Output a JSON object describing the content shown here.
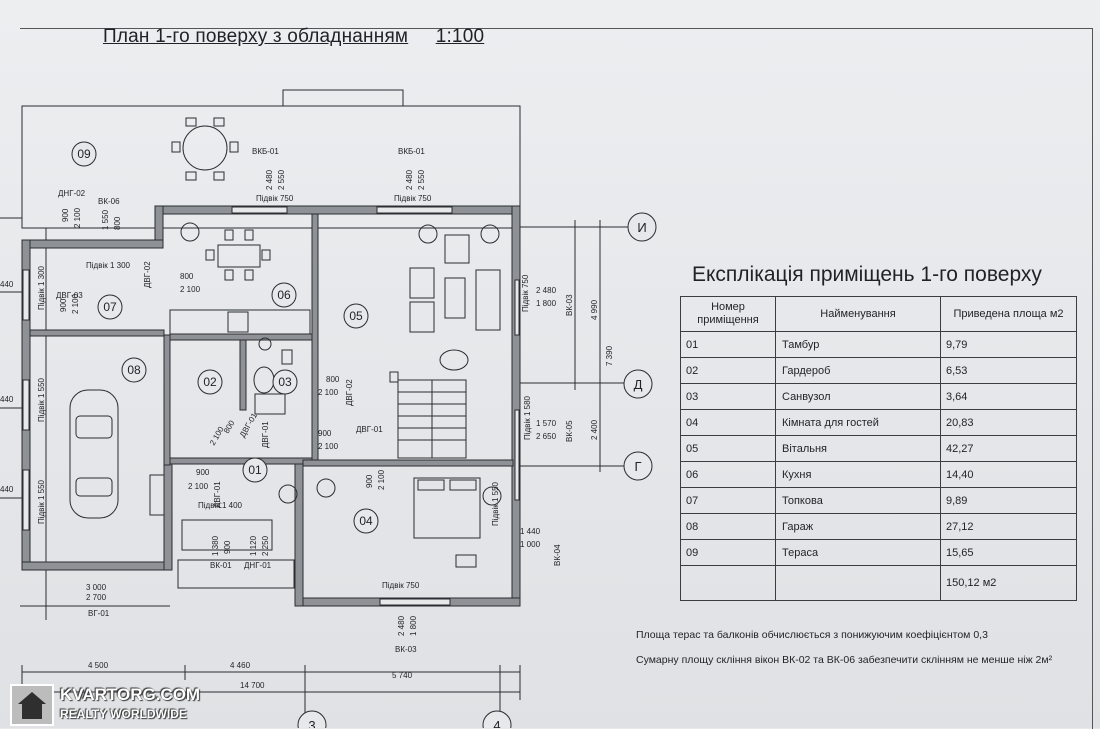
{
  "header": {
    "title": "План 1-го поверху з обладнанням",
    "scale": "1:100"
  },
  "plan": {
    "rooms": [
      "09",
      "07",
      "06",
      "05",
      "08",
      "02",
      "03",
      "01",
      "04"
    ],
    "labels": {
      "vkb1": "ВКБ-01",
      "vkb1b": "ВКБ-01",
      "dng02": "ДНГ-02",
      "vk06": "ВК-06",
      "podvik750a": "Підвік 750",
      "podvik750b": "Підвік 750",
      "podvik750c": "Підвік 750",
      "podvik1300a": "Підвік 1 300",
      "podvik1300b": "Підвік 1 300",
      "podvik1550a": "Підвік 1 550",
      "podvik1550b": "Підвік 1 550",
      "podvik1550c": "Підвік 1 550",
      "podvik1400": "Підвік 1 400",
      "podvik1580": "Підвік 1 580",
      "podvik750d": "Підвік 750",
      "dvg03": "ДВГ-03",
      "dvg02": "ДВГ-02",
      "dvg02b": "ДВГ-02",
      "dvg01": "ДВГ-01",
      "dvg01b": "ДВГ-01",
      "dvg01c": "ДВГ-01",
      "dvg01d": "ДВГ-01",
      "vk03": "ВК-03",
      "vk05": "ВК-05",
      "vk04": "ВК-04",
      "vk01": "ВК-01",
      "dng01": "ДНГ-01",
      "vg01": "ВГ-01",
      "vk03b": "ВК-03",
      "d2480a": "2 480",
      "d2550a": "2 550",
      "d2480b": "2 480",
      "d2550b": "2 550",
      "d900a": "900",
      "d2100a": "2 100",
      "d1550": "1 550",
      "d800a": "800",
      "d800b": "800",
      "d2100b": "2 100",
      "d900b": "900",
      "d2100c": "2 100",
      "d2480c": "2 480",
      "d1800a": "1 800",
      "d800c": "800",
      "d2100d": "2 100",
      "d900c": "900",
      "d2100e": "2 100",
      "d1570": "1 570",
      "d2650": "2 650",
      "d800d": "800",
      "d2100f": "2 100",
      "d900d": "900",
      "d2100g": "2 100",
      "d900e": "900",
      "d2100h": "2 100",
      "d1440": "1 440",
      "d1000": "1 000",
      "d1380": "1 380",
      "d900f": "900",
      "d1120": "1 120",
      "d2250": "2 250",
      "d3000": "3 000",
      "d2700": "2 700",
      "d2480d": "2 480",
      "d1800b": "1 800",
      "d440a": "440",
      "d440b": "440",
      "d440c": "440",
      "d4990": "4 990",
      "d7390": "7 390",
      "d2400": "2 400",
      "d4500": "4 500",
      "d4460": "4 460",
      "d5740": "5 740",
      "d14700": "14 700"
    },
    "axes": {
      "i": "И",
      "d": "Д",
      "g": "Г",
      "n3": "3",
      "n4": "4"
    }
  },
  "explication": {
    "title": "Експлікація приміщень 1-го поверху",
    "headers": [
      "Номер приміщення",
      "Найменування",
      "Приведена площа м2"
    ],
    "rows": [
      [
        "01",
        "Тамбур",
        "9,79"
      ],
      [
        "02",
        "Гардероб",
        "6,53"
      ],
      [
        "03",
        "Санвузол",
        "3,64"
      ],
      [
        "04",
        "Кімната для гостей",
        "20,83"
      ],
      [
        "05",
        "Вітальня",
        "42,27"
      ],
      [
        "06",
        "Кухня",
        "14,40"
      ],
      [
        "07",
        "Топкова",
        "9,89"
      ],
      [
        "08",
        "Гараж",
        "27,12"
      ],
      [
        "09",
        "Тераса",
        "15,65"
      ]
    ],
    "total": "150,12 м2"
  },
  "notes": {
    "note1": "Площа терас та балконів обчислюється з понижуючим коефіцієнтом 0,3",
    "note2": "Сумарну площу скління вікон ВК-02 та ВК-06 забезпечити склінням не менше ніж  2м²"
  },
  "watermark": {
    "line1": "KVARTORG.COM",
    "line2": "REALTY WORLDWIDE"
  },
  "colors": {
    "wall": "#8e9196",
    "line": "#2a2d31",
    "paper": "#e6e8ea"
  }
}
